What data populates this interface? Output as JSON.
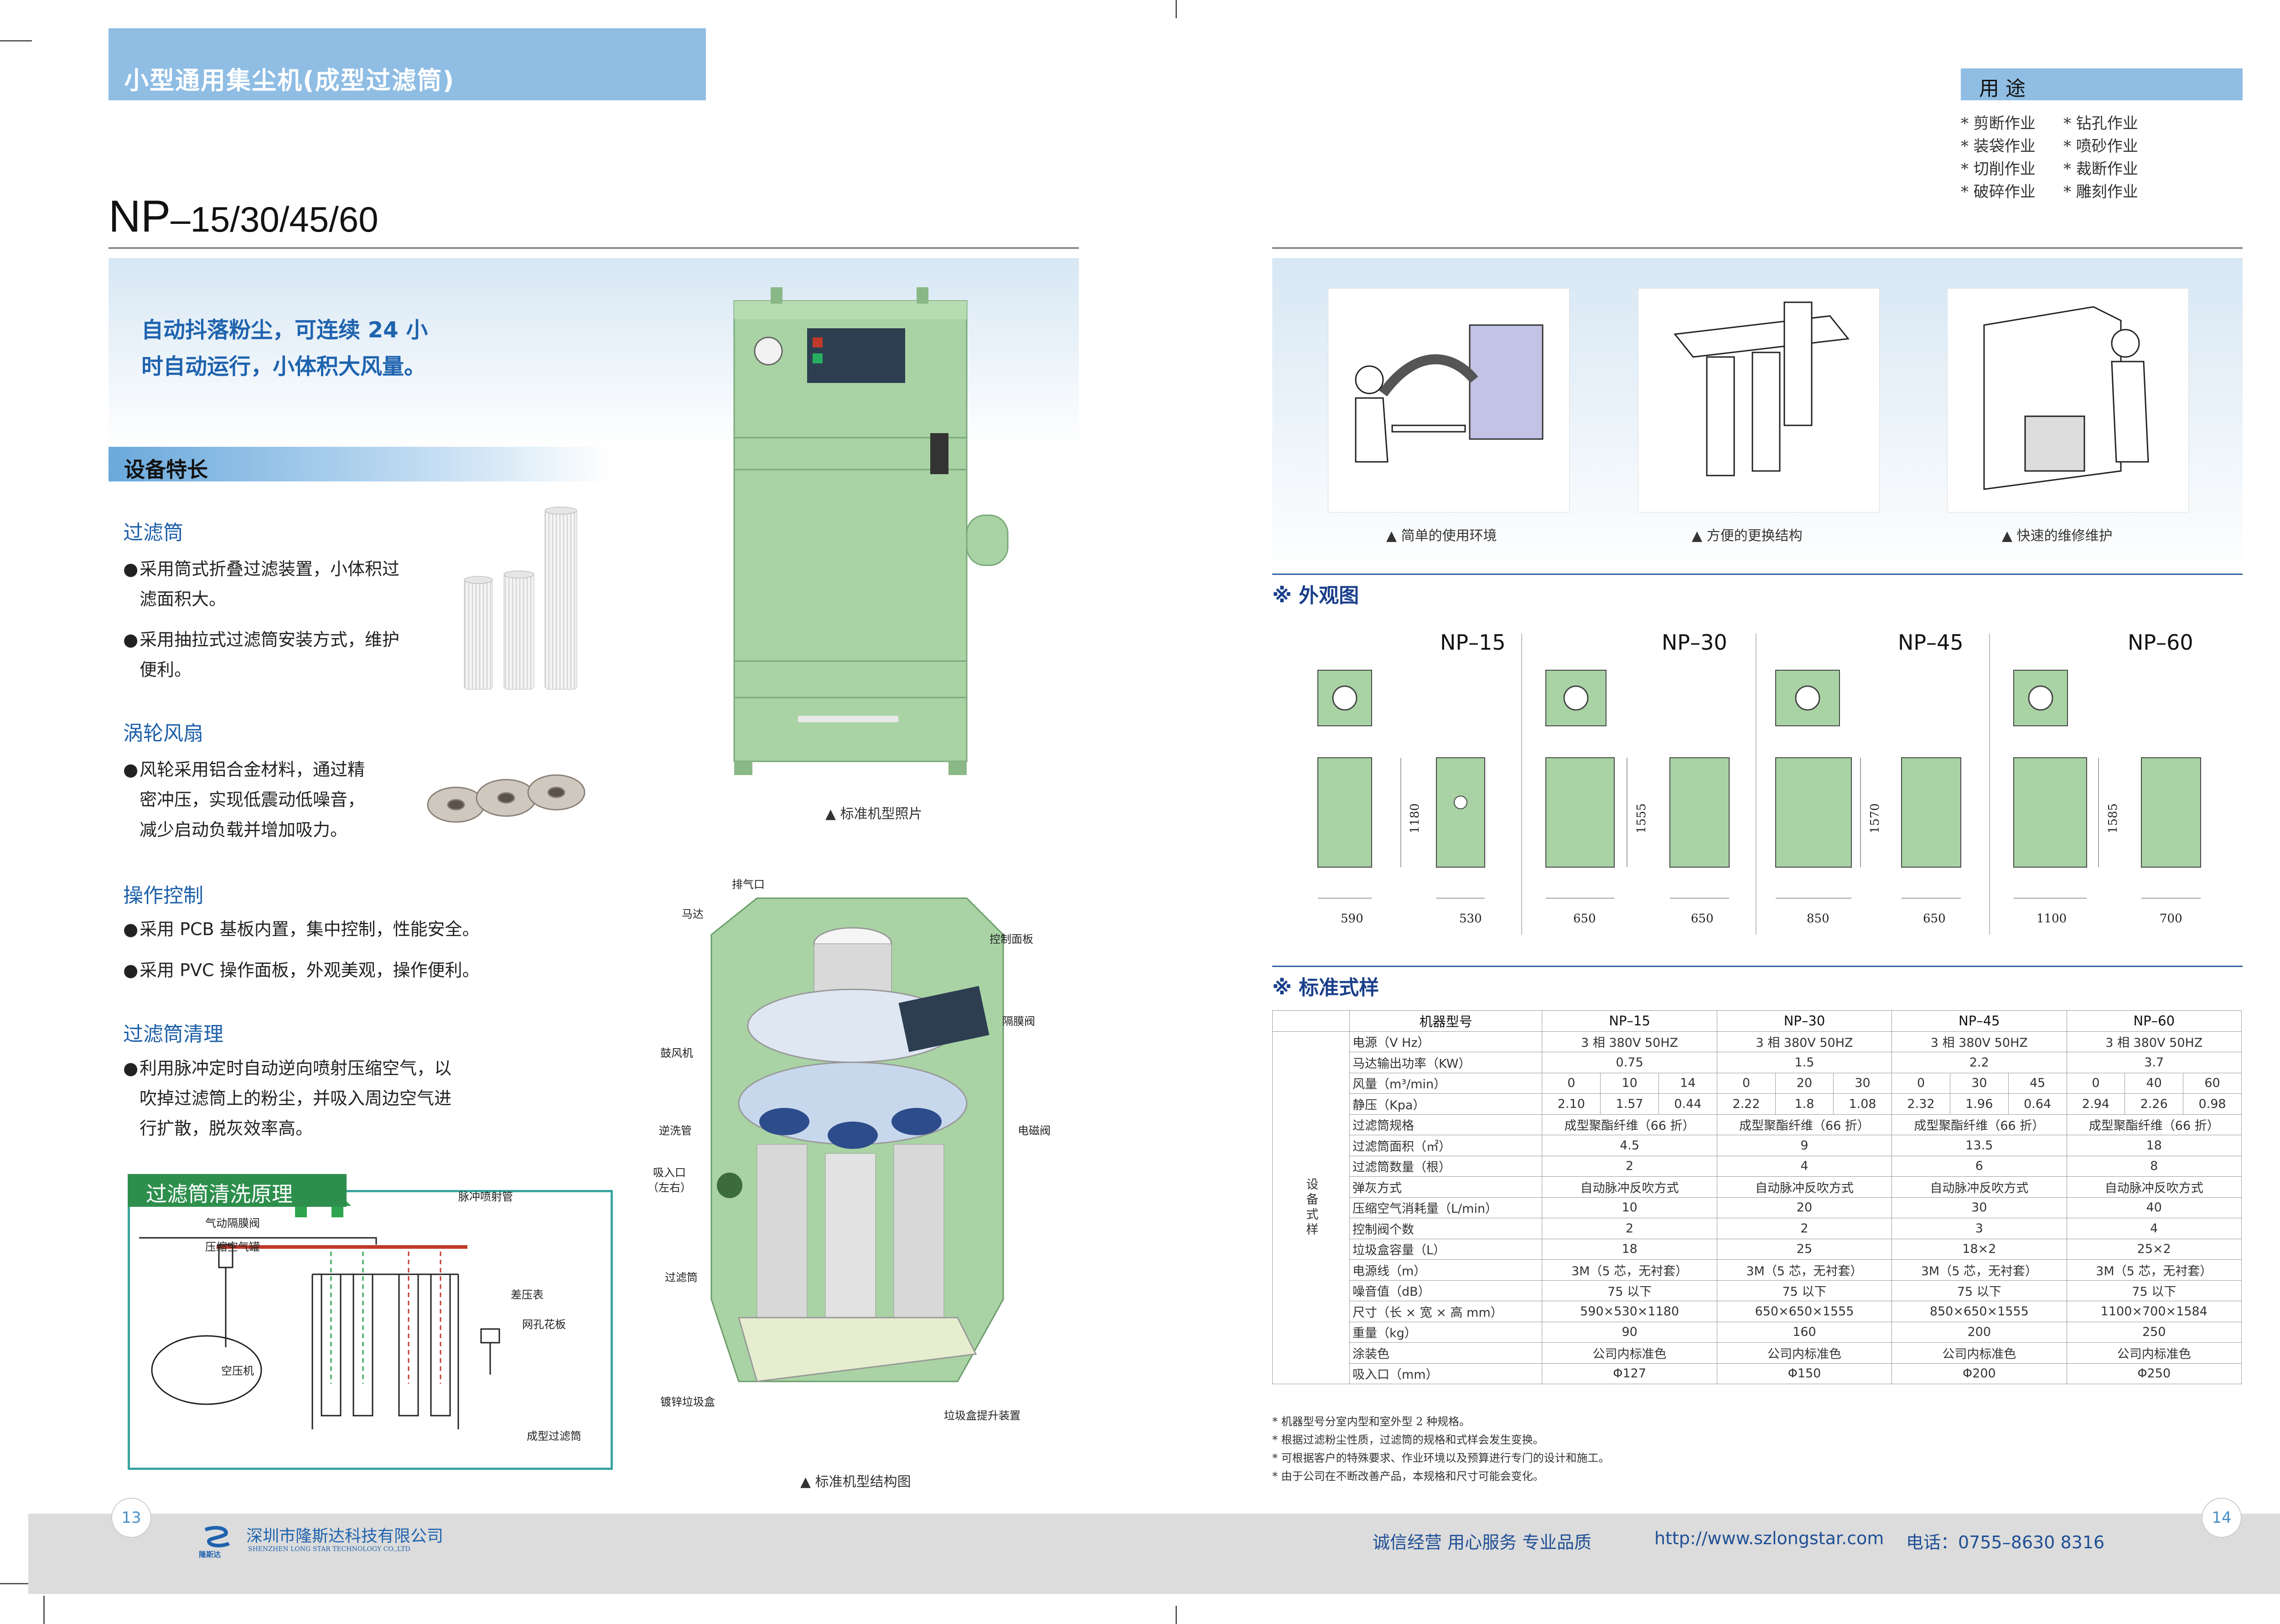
{
  "header": {
    "title": "小型通用集尘机(成型过滤筒)"
  },
  "model": {
    "prefix": "NP",
    "suffix": "–15/30/45/60"
  },
  "slogan": {
    "line1": "自动抖落粉尘，可连续 24 小",
    "line2": "时自动运行，小体积大风量。"
  },
  "features": {
    "section_title": "设备特长",
    "filter": {
      "title": "过滤筒",
      "b1a": "采用筒式折叠过滤装置，小体积过",
      "b1b": "滤面积大。",
      "b2a": "采用抽拉式过滤筒安装方式，维护",
      "b2b": "便利。"
    },
    "fan": {
      "title": "涡轮风扇",
      "b1a": "风轮采用铝合金材料，通过精",
      "b1b": "密冲压，实现低震动低噪音，",
      "b1c": "减少启动负载并增加吸力。"
    },
    "control": {
      "title": "操作控制",
      "b1": "采用 PCB 基板内置，集中控制，性能安全。",
      "b2": "采用 PVC 操作面板，外观美观，操作便利。"
    },
    "clean": {
      "title": "过滤筒清理",
      "b1a": "利用脉冲定时自动逆向喷射压缩空气，以",
      "b1b": "吹掉过滤筒上的粉尘，并吸入周边空气进",
      "b1c": "行扩散，脱灰效率高。"
    }
  },
  "principle": {
    "title": "过滤筒清洗原理",
    "labels": {
      "pulse_pipe": "脉冲喷射管",
      "valve": "气动隔膜阀",
      "tank": "压缩空气罐",
      "gauge": "差压表",
      "plate": "网孔花板",
      "compressor": "空压机",
      "cartridge": "成型过滤筒"
    }
  },
  "photo_caption": "▲  标准机型照片",
  "structure": {
    "caption": "▲  标准机型结构图",
    "labels": {
      "exhaust": "排气口",
      "motor": "马达",
      "panel": "控制面板",
      "diaphragm": "隔膜阀",
      "blower": "鼓风机",
      "reverse": "逆洗管",
      "solenoid": "电磁阀",
      "inlet1": "吸入口",
      "inlet2": "（左右）",
      "filter": "过滤筒",
      "box": "镀锌垃圾盒",
      "lift": "垃圾盒提升装置"
    }
  },
  "uses": {
    "title": "用  途",
    "col1": [
      "* 剪断作业",
      "* 装袋作业",
      "* 切削作业",
      "* 破碎作业"
    ],
    "col2": [
      "* 钻孔作业",
      "* 喷砂作业",
      "* 裁断作业",
      "* 雕刻作业"
    ]
  },
  "photos": {
    "c1": "▲  简单的使用环境",
    "c2": "▲  方便的更换结构",
    "c3": "▲  快速的维修维护"
  },
  "appearance": {
    "title": "※ 外观图",
    "models": [
      {
        "name": "NP–15",
        "height": "1180",
        "w": "590",
        "d": "530"
      },
      {
        "name": "NP–30",
        "height": "1555",
        "w": "650",
        "d": "650"
      },
      {
        "name": "NP–45",
        "height": "1570",
        "w": "850",
        "d": "650"
      },
      {
        "name": "NP–60",
        "height": "1585",
        "w": "1100",
        "d": "700"
      }
    ]
  },
  "spec": {
    "title": "※ 标准式样",
    "side_label": "设备式样",
    "header": [
      "机器型号",
      "NP–15",
      "NP–30",
      "NP–45",
      "NP–60"
    ],
    "rows": [
      {
        "label": "电源（V   Hz）",
        "vals": [
          "3 相 380V     50HZ",
          "3 相 380V     50HZ",
          "3 相 380V     50HZ",
          "3 相 380V     50HZ"
        ]
      },
      {
        "label": "马达输出功率（KW）",
        "vals": [
          "0.75",
          "1.5",
          "2.2",
          "3.7"
        ]
      },
      {
        "label": "风量（m³/min）",
        "triple": [
          [
            "0",
            "10",
            "14"
          ],
          [
            "0",
            "20",
            "30"
          ],
          [
            "0",
            "30",
            "45"
          ],
          [
            "0",
            "40",
            "60"
          ]
        ]
      },
      {
        "label": "静压（Kpa）",
        "triple": [
          [
            "2.10",
            "1.57",
            "0.44"
          ],
          [
            "2.22",
            "1.8",
            "1.08"
          ],
          [
            "2.32",
            "1.96",
            "0.64"
          ],
          [
            "2.94",
            "2.26",
            "0.98"
          ]
        ]
      },
      {
        "label": "过滤筒规格",
        "vals": [
          "成型聚酯纤维（66 折）",
          "成型聚酯纤维（66 折）",
          "成型聚酯纤维（66 折）",
          "成型聚酯纤维（66 折）"
        ]
      },
      {
        "label": "过滤筒面积（㎡）",
        "vals": [
          "4.5",
          "9",
          "13.5",
          "18"
        ]
      },
      {
        "label": "过滤筒数量（根）",
        "vals": [
          "2",
          "4",
          "6",
          "8"
        ]
      },
      {
        "label": "弹灰方式",
        "vals": [
          "自动脉冲反吹方式",
          "自动脉冲反吹方式",
          "自动脉冲反吹方式",
          "自动脉冲反吹方式"
        ]
      },
      {
        "label": "压缩空气消耗量（L/min）",
        "vals": [
          "10",
          "20",
          "30",
          "40"
        ]
      },
      {
        "label": "控制阀个数",
        "vals": [
          "2",
          "2",
          "3",
          "4"
        ]
      },
      {
        "label": "垃圾盒容量（L）",
        "vals": [
          "18",
          "25",
          "18×2",
          "25×2"
        ]
      },
      {
        "label": "电源线（m）",
        "vals": [
          "3M（5 芯，无衬套）",
          "3M（5 芯，无衬套）",
          "3M（5 芯，无衬套）",
          "3M（5 芯，无衬套）"
        ]
      },
      {
        "label": "噪音值（dB）",
        "vals": [
          "75 以下",
          "75 以下",
          "75 以下",
          "75 以下"
        ]
      },
      {
        "label": "尺寸（长 × 宽 × 高 mm）",
        "vals": [
          "590×530×1180",
          "650×650×1555",
          "850×650×1555",
          "1100×700×1584"
        ]
      },
      {
        "label": "重量（kg）",
        "vals": [
          "90",
          "160",
          "200",
          "250"
        ]
      },
      {
        "label": "涂装色",
        "vals": [
          "公司内标准色",
          "公司内标准色",
          "公司内标准色",
          "公司内标准色"
        ]
      },
      {
        "label": "吸入口（mm）",
        "vals": [
          "Φ127",
          "Φ150",
          "Φ200",
          "Φ250"
        ]
      }
    ]
  },
  "notes": [
    "* 机器型号分室内型和室外型 2 种规格。",
    "* 根据过滤粉尘性质，过滤筒的规格和式样会发生变换。",
    "* 可根据客户的特殊要求、作业环境以及预算进行专门的设计和施工。",
    "* 由于公司在不断改善产品，本规格和尺寸可能会变化。"
  ],
  "footer": {
    "page_left": "13",
    "page_right": "14",
    "company_cn": "深圳市隆斯达科技有限公司",
    "company_en": "SHENZHEN LONG STAR TECHNOLOGY CO.,LTD",
    "logo_text": "隆斯达",
    "slogan": "诚信经营   用心服务   专业品质",
    "url": "http://www.szlongstar.com",
    "tel": "电话：0755–8630 8316"
  },
  "colors": {
    "machine": "#a9d3a4",
    "accent_blue": "#8fbde4",
    "green_title": "#2e8f4d"
  }
}
